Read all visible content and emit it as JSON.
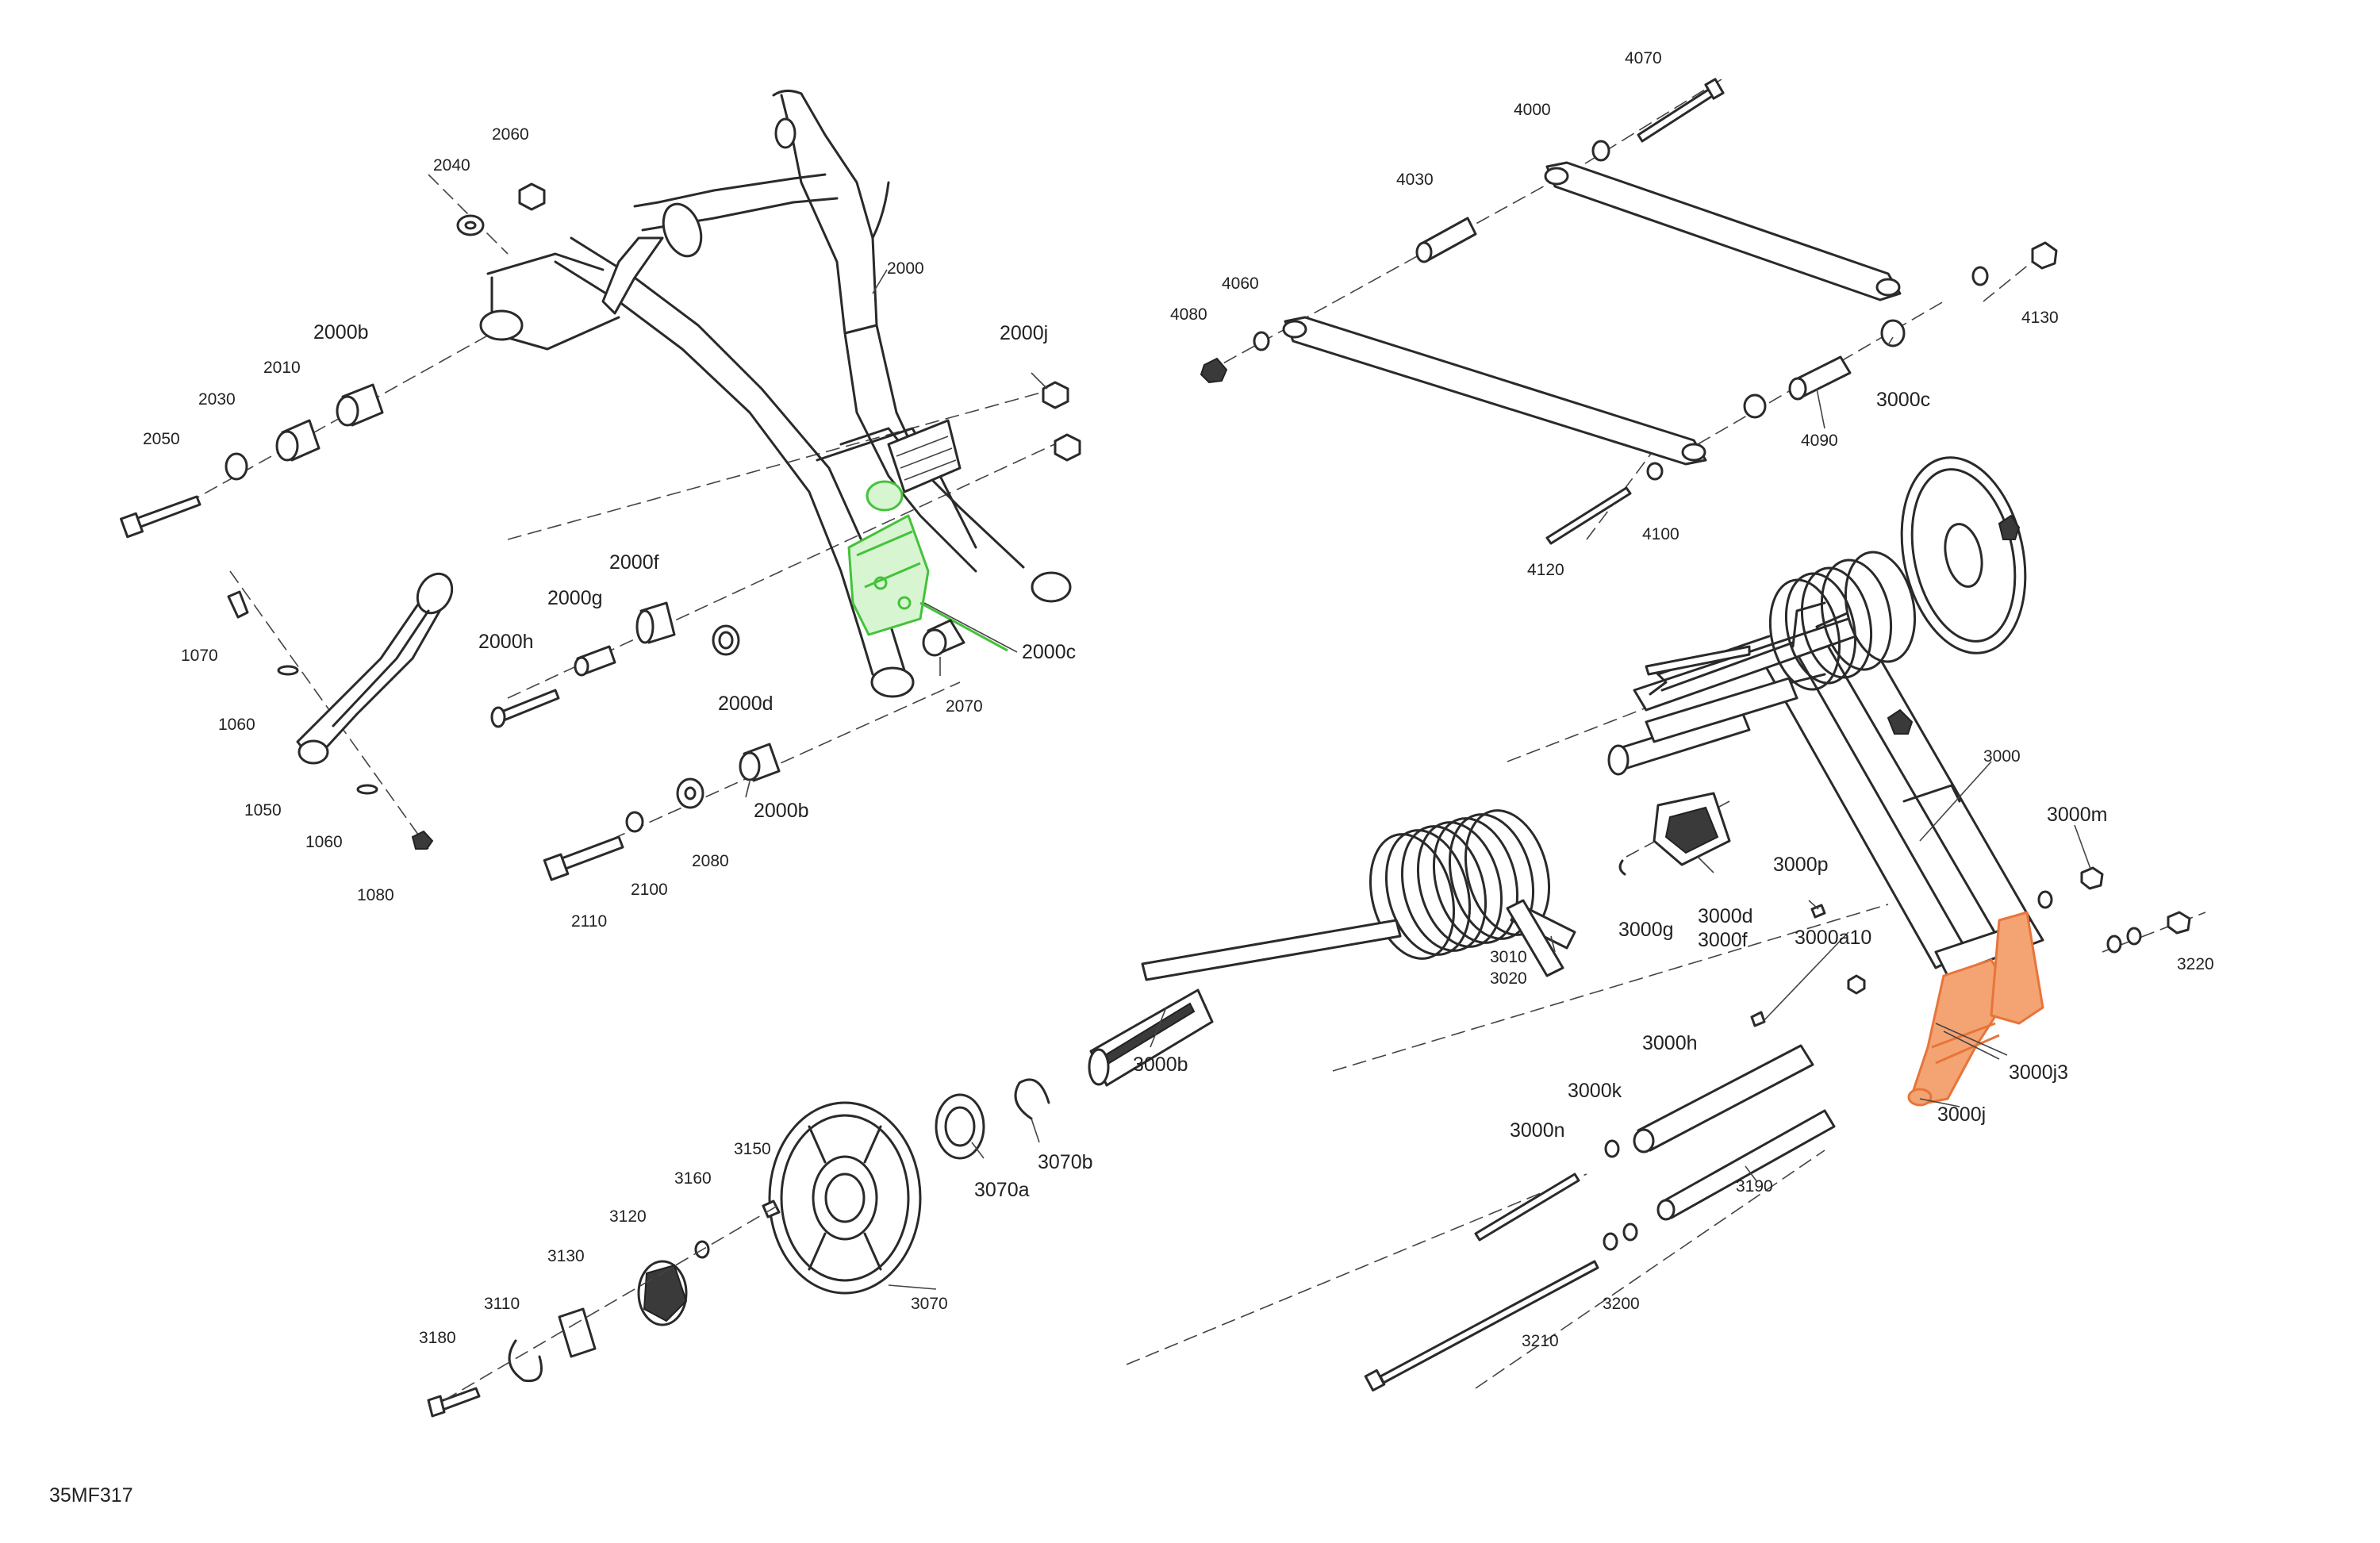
{
  "figure_code": "35MF317",
  "highlight_colors": {
    "green": "#44c23a",
    "orange": "#e8743b"
  },
  "labels": [
    {
      "id": "2060",
      "text": "2060"
    },
    {
      "id": "2040",
      "text": "2040"
    },
    {
      "id": "2000",
      "text": "2000"
    },
    {
      "id": "2000b_top",
      "text": "2000b"
    },
    {
      "id": "2010",
      "text": "2010"
    },
    {
      "id": "2030",
      "text": "2030"
    },
    {
      "id": "2050",
      "text": "2050"
    },
    {
      "id": "2000j",
      "text": "2000j"
    },
    {
      "id": "1070",
      "text": "1070"
    },
    {
      "id": "1060a",
      "text": "1060"
    },
    {
      "id": "1050",
      "text": "1050"
    },
    {
      "id": "1060b",
      "text": "1060"
    },
    {
      "id": "1080",
      "text": "1080"
    },
    {
      "id": "2000f",
      "text": "2000f"
    },
    {
      "id": "2000g",
      "text": "2000g"
    },
    {
      "id": "2000h",
      "text": "2000h"
    },
    {
      "id": "2000d",
      "text": "2000d"
    },
    {
      "id": "2000c",
      "text": "2000c"
    },
    {
      "id": "2070",
      "text": "2070"
    },
    {
      "id": "2000b_bot",
      "text": "2000b"
    },
    {
      "id": "2080",
      "text": "2080"
    },
    {
      "id": "2100",
      "text": "2100"
    },
    {
      "id": "2110",
      "text": "2110"
    },
    {
      "id": "4070",
      "text": "4070"
    },
    {
      "id": "4000",
      "text": "4000"
    },
    {
      "id": "4030",
      "text": "4030"
    },
    {
      "id": "4060",
      "text": "4060"
    },
    {
      "id": "4080",
      "text": "4080"
    },
    {
      "id": "4130",
      "text": "4130"
    },
    {
      "id": "3000c",
      "text": "3000c"
    },
    {
      "id": "4090",
      "text": "4090"
    },
    {
      "id": "4100",
      "text": "4100"
    },
    {
      "id": "4120",
      "text": "4120"
    },
    {
      "id": "3000",
      "text": "3000"
    },
    {
      "id": "3000m",
      "text": "3000m"
    },
    {
      "id": "3000p",
      "text": "3000p"
    },
    {
      "id": "3000a10",
      "text": "3000a10"
    },
    {
      "id": "3220",
      "text": "3220"
    },
    {
      "id": "3000g",
      "text": "3000g"
    },
    {
      "id": "3000d",
      "text": "3000d"
    },
    {
      "id": "3000f",
      "text": "3000f"
    },
    {
      "id": "3010",
      "text": "3010"
    },
    {
      "id": "3020",
      "text": "3020"
    },
    {
      "id": "3000j3",
      "text": "3000j3"
    },
    {
      "id": "3000j",
      "text": "3000j"
    },
    {
      "id": "3000h",
      "text": "3000h"
    },
    {
      "id": "3000k",
      "text": "3000k"
    },
    {
      "id": "3000n",
      "text": "3000n"
    },
    {
      "id": "3190",
      "text": "3190"
    },
    {
      "id": "3200",
      "text": "3200"
    },
    {
      "id": "3210",
      "text": "3210"
    },
    {
      "id": "3000b",
      "text": "3000b"
    },
    {
      "id": "3070b",
      "text": "3070b"
    },
    {
      "id": "3070a",
      "text": "3070a"
    },
    {
      "id": "3070",
      "text": "3070"
    },
    {
      "id": "3150",
      "text": "3150"
    },
    {
      "id": "3160",
      "text": "3160"
    },
    {
      "id": "3120",
      "text": "3120"
    },
    {
      "id": "3130",
      "text": "3130"
    },
    {
      "id": "3110",
      "text": "3110"
    },
    {
      "id": "3180",
      "text": "3180"
    }
  ]
}
